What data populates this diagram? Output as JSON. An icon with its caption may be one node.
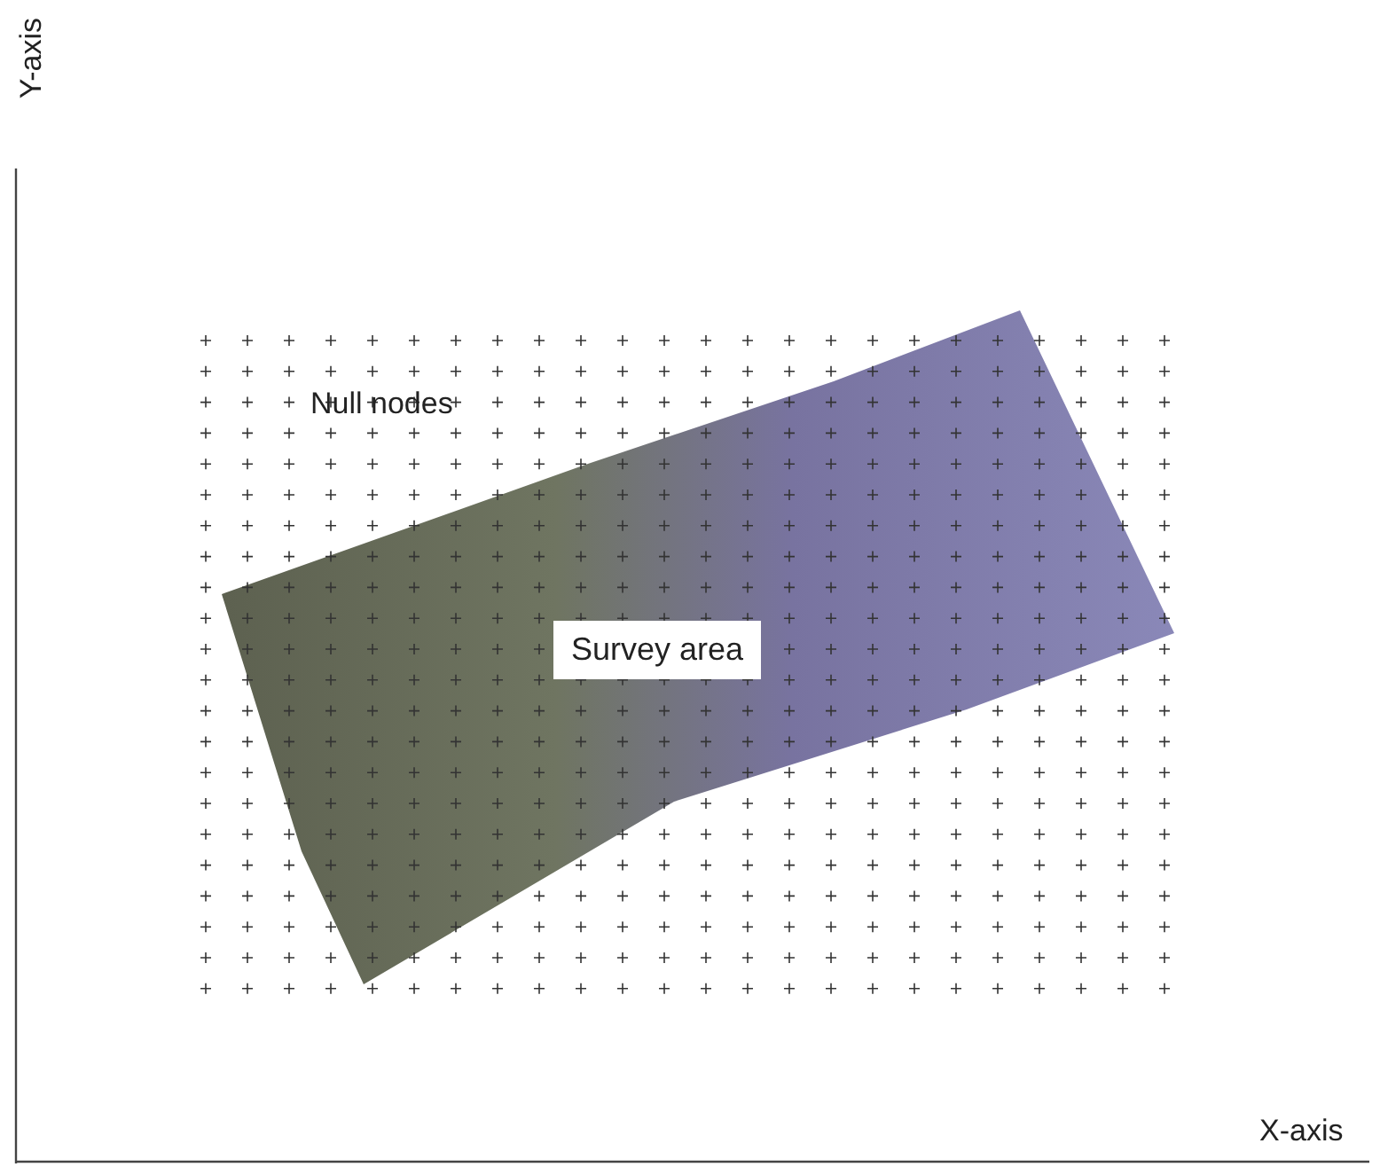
{
  "diagram": {
    "nodes": [
      {
        "text": [
          "Survey area"
        ]
      }
    ],
    "labels": [
      "Y-axis",
      "Null nodes",
      "X-axis"
    ]
  }
}
